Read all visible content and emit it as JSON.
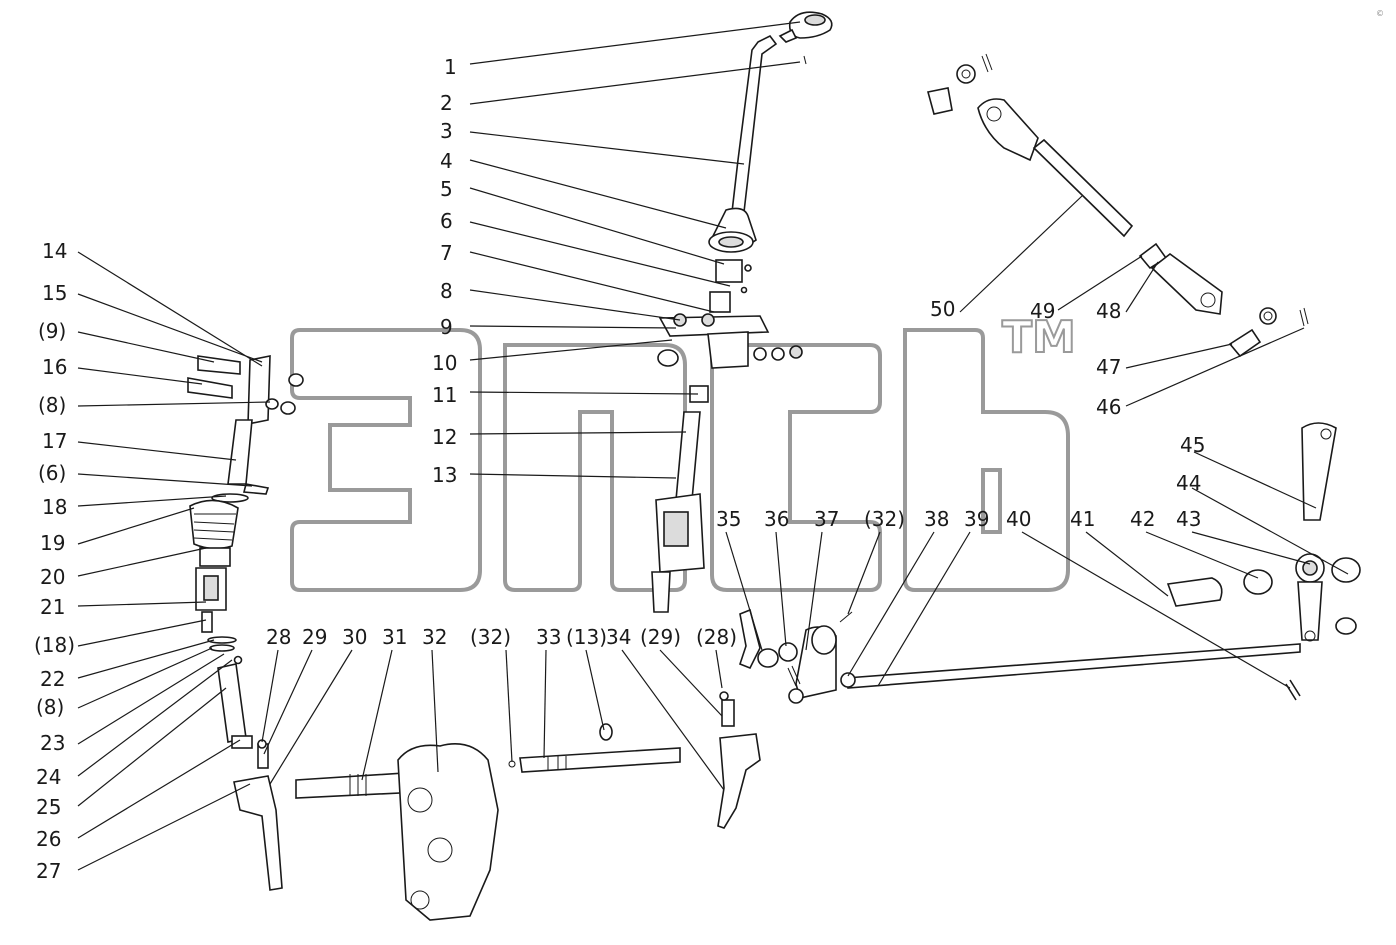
{
  "watermark": {
    "brand": "ЭПСЬ",
    "tm": "TM"
  },
  "corner_mark": "©",
  "callouts": [
    {
      "text": "1",
      "id": "1"
    },
    {
      "text": "2",
      "id": "2"
    },
    {
      "text": "3",
      "id": "3"
    },
    {
      "text": "4",
      "id": "4"
    },
    {
      "text": "5",
      "id": "5"
    },
    {
      "text": "6",
      "id": "6"
    },
    {
      "text": "7",
      "id": "7"
    },
    {
      "text": "8",
      "id": "8"
    },
    {
      "text": "9",
      "id": "9"
    },
    {
      "text": "10",
      "id": "10"
    },
    {
      "text": "11",
      "id": "11"
    },
    {
      "text": "12",
      "id": "12"
    },
    {
      "text": "13",
      "id": "13"
    },
    {
      "text": "14",
      "id": "14"
    },
    {
      "text": "15",
      "id": "15"
    },
    {
      "text": "(9)",
      "id": "9-ref"
    },
    {
      "text": "16",
      "id": "16"
    },
    {
      "text": "(8)",
      "id": "8-ref-a"
    },
    {
      "text": "17",
      "id": "17"
    },
    {
      "text": "(6)",
      "id": "6-ref"
    },
    {
      "text": "18",
      "id": "18"
    },
    {
      "text": "19",
      "id": "19"
    },
    {
      "text": "20",
      "id": "20"
    },
    {
      "text": "21",
      "id": "21"
    },
    {
      "text": "(18)",
      "id": "18-ref"
    },
    {
      "text": "22",
      "id": "22"
    },
    {
      "text": "(8)",
      "id": "8-ref-b"
    },
    {
      "text": "23",
      "id": "23"
    },
    {
      "text": "24",
      "id": "24"
    },
    {
      "text": "25",
      "id": "25"
    },
    {
      "text": "26",
      "id": "26"
    },
    {
      "text": "27",
      "id": "27"
    },
    {
      "text": "28",
      "id": "28"
    },
    {
      "text": "29",
      "id": "29"
    },
    {
      "text": "30",
      "id": "30"
    },
    {
      "text": "31",
      "id": "31"
    },
    {
      "text": "32",
      "id": "32"
    },
    {
      "text": "(32)",
      "id": "32-ref-a"
    },
    {
      "text": "33",
      "id": "33"
    },
    {
      "text": "(13)",
      "id": "13-ref"
    },
    {
      "text": "34",
      "id": "34"
    },
    {
      "text": "(29)",
      "id": "29-ref"
    },
    {
      "text": "(28)",
      "id": "28-ref"
    },
    {
      "text": "35",
      "id": "35"
    },
    {
      "text": "36",
      "id": "36"
    },
    {
      "text": "37",
      "id": "37"
    },
    {
      "text": "(32)",
      "id": "32-ref-b"
    },
    {
      "text": "38",
      "id": "38"
    },
    {
      "text": "39",
      "id": "39"
    },
    {
      "text": "40",
      "id": "40"
    },
    {
      "text": "41",
      "id": "41"
    },
    {
      "text": "42",
      "id": "42"
    },
    {
      "text": "43",
      "id": "43"
    },
    {
      "text": "44",
      "id": "44"
    },
    {
      "text": "45",
      "id": "45"
    },
    {
      "text": "46",
      "id": "46"
    },
    {
      "text": "47",
      "id": "47"
    },
    {
      "text": "48",
      "id": "48"
    },
    {
      "text": "49",
      "id": "49"
    },
    {
      "text": "50",
      "id": "50"
    }
  ]
}
